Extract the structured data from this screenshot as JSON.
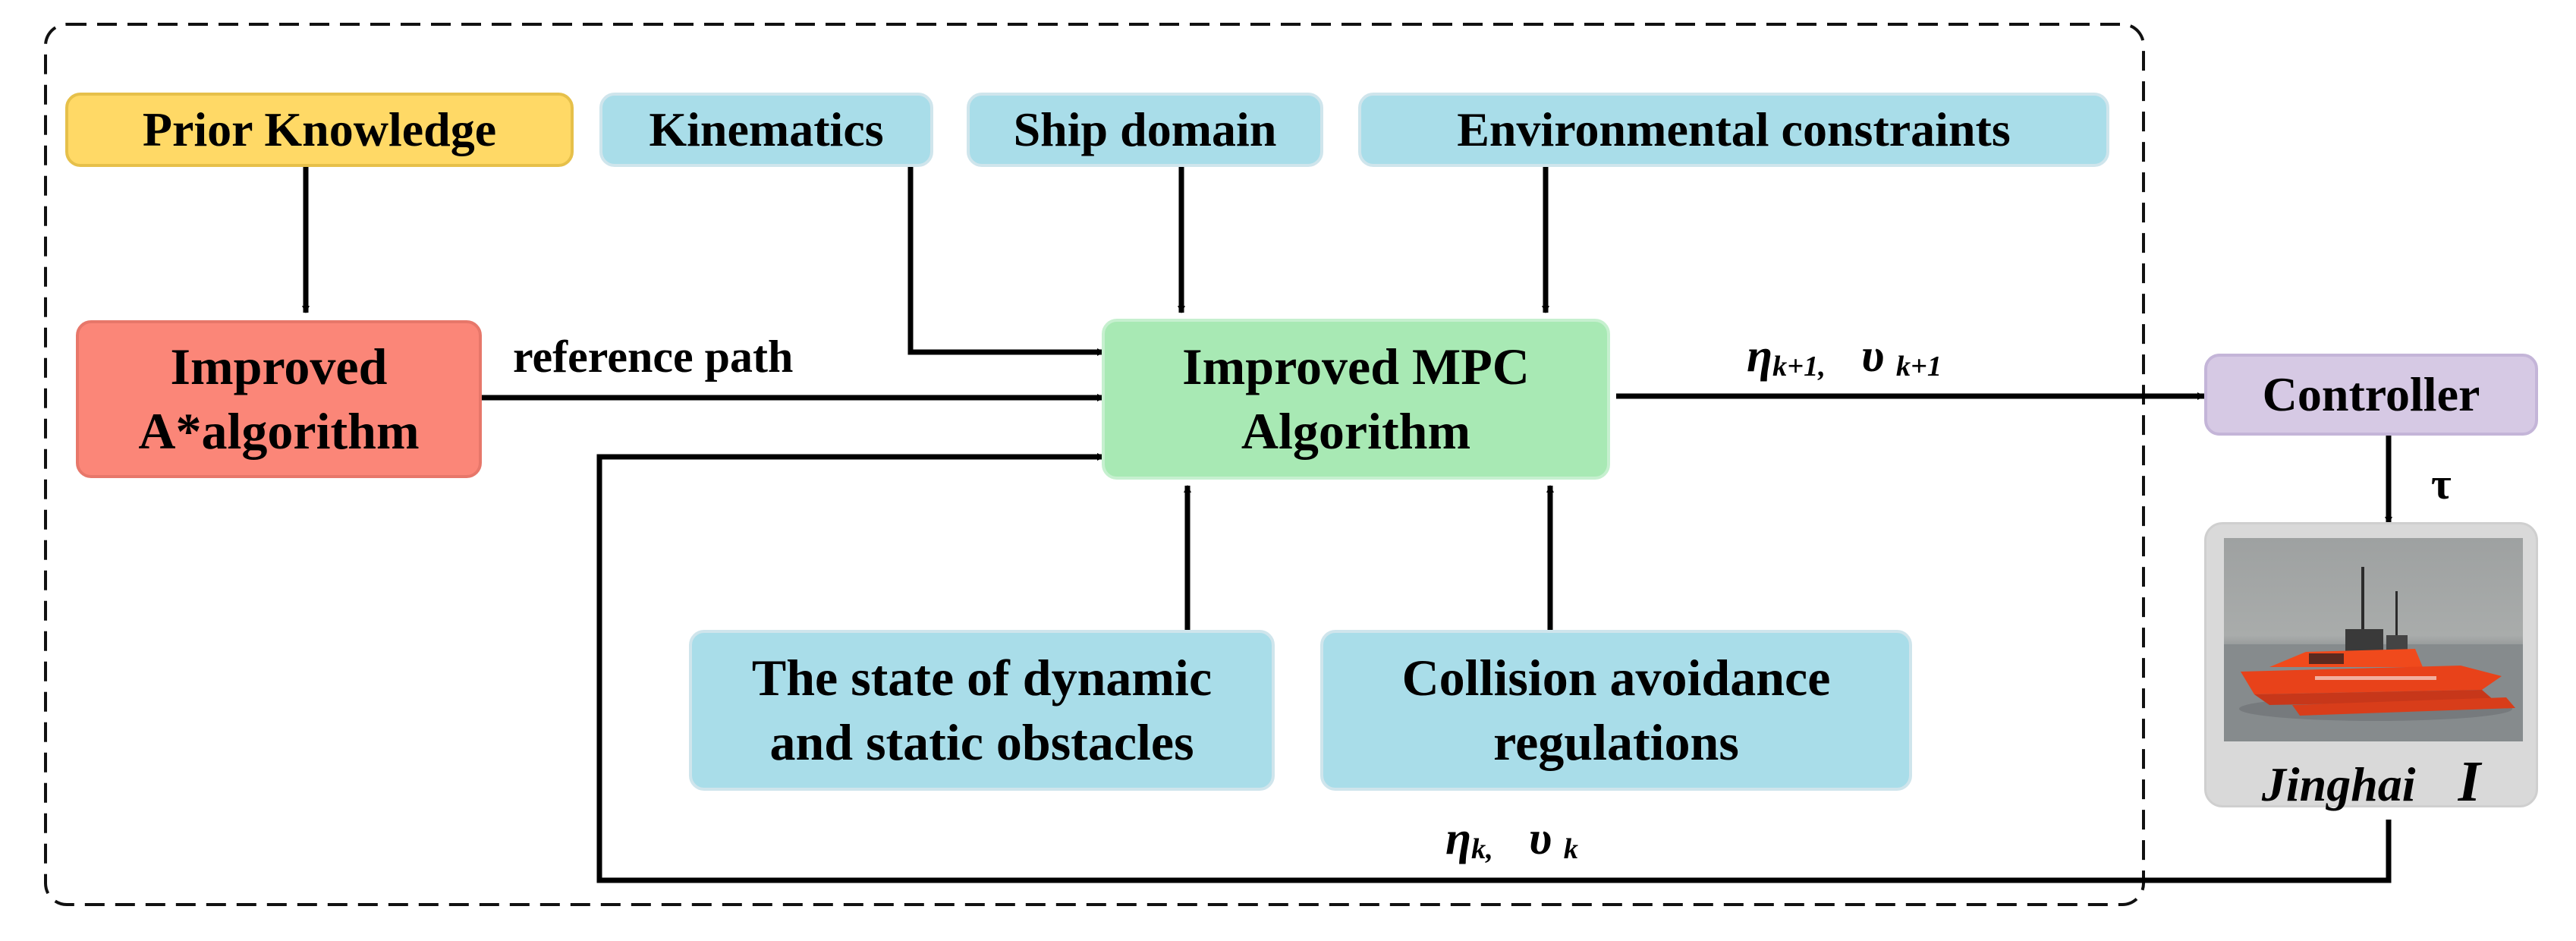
{
  "nodes": {
    "prior_knowledge": "Prior Knowledge",
    "kinematics": "Kinematics",
    "ship_domain": "Ship domain",
    "environmental_constraints": "Environmental constraints",
    "improved_astar_line1": "Improved",
    "improved_astar_line2": "A*algorithm",
    "improved_mpc_line1": "Improved MPC",
    "improved_mpc_line2": "Algorithm",
    "controller": "Controller",
    "obstacles_line1": "The state of dynamic",
    "obstacles_line2": "and static obstacles",
    "collision_line1": "Collision avoidance",
    "collision_line2": "regulations",
    "ship_name": "Jinghai",
    "ship_name_numeral": "I"
  },
  "edges": {
    "reference_path": "reference path",
    "tau": "τ",
    "output_state": {
      "eta": "η",
      "eta_sub": "k+1,",
      "nu": "υ",
      "nu_sub": "k+1"
    },
    "feedback_state": {
      "eta": "η",
      "eta_sub": "k,",
      "nu": "υ",
      "nu_sub": "k"
    }
  },
  "colors": {
    "prior_knowledge": "#ffd966",
    "inputs": "#a9dde9",
    "astar": "#fb8678",
    "mpc": "#a8e9b4",
    "controller": "#d6c9e4",
    "ship_card": "#d9d9d9",
    "boat_hull": "#f04a1c"
  }
}
